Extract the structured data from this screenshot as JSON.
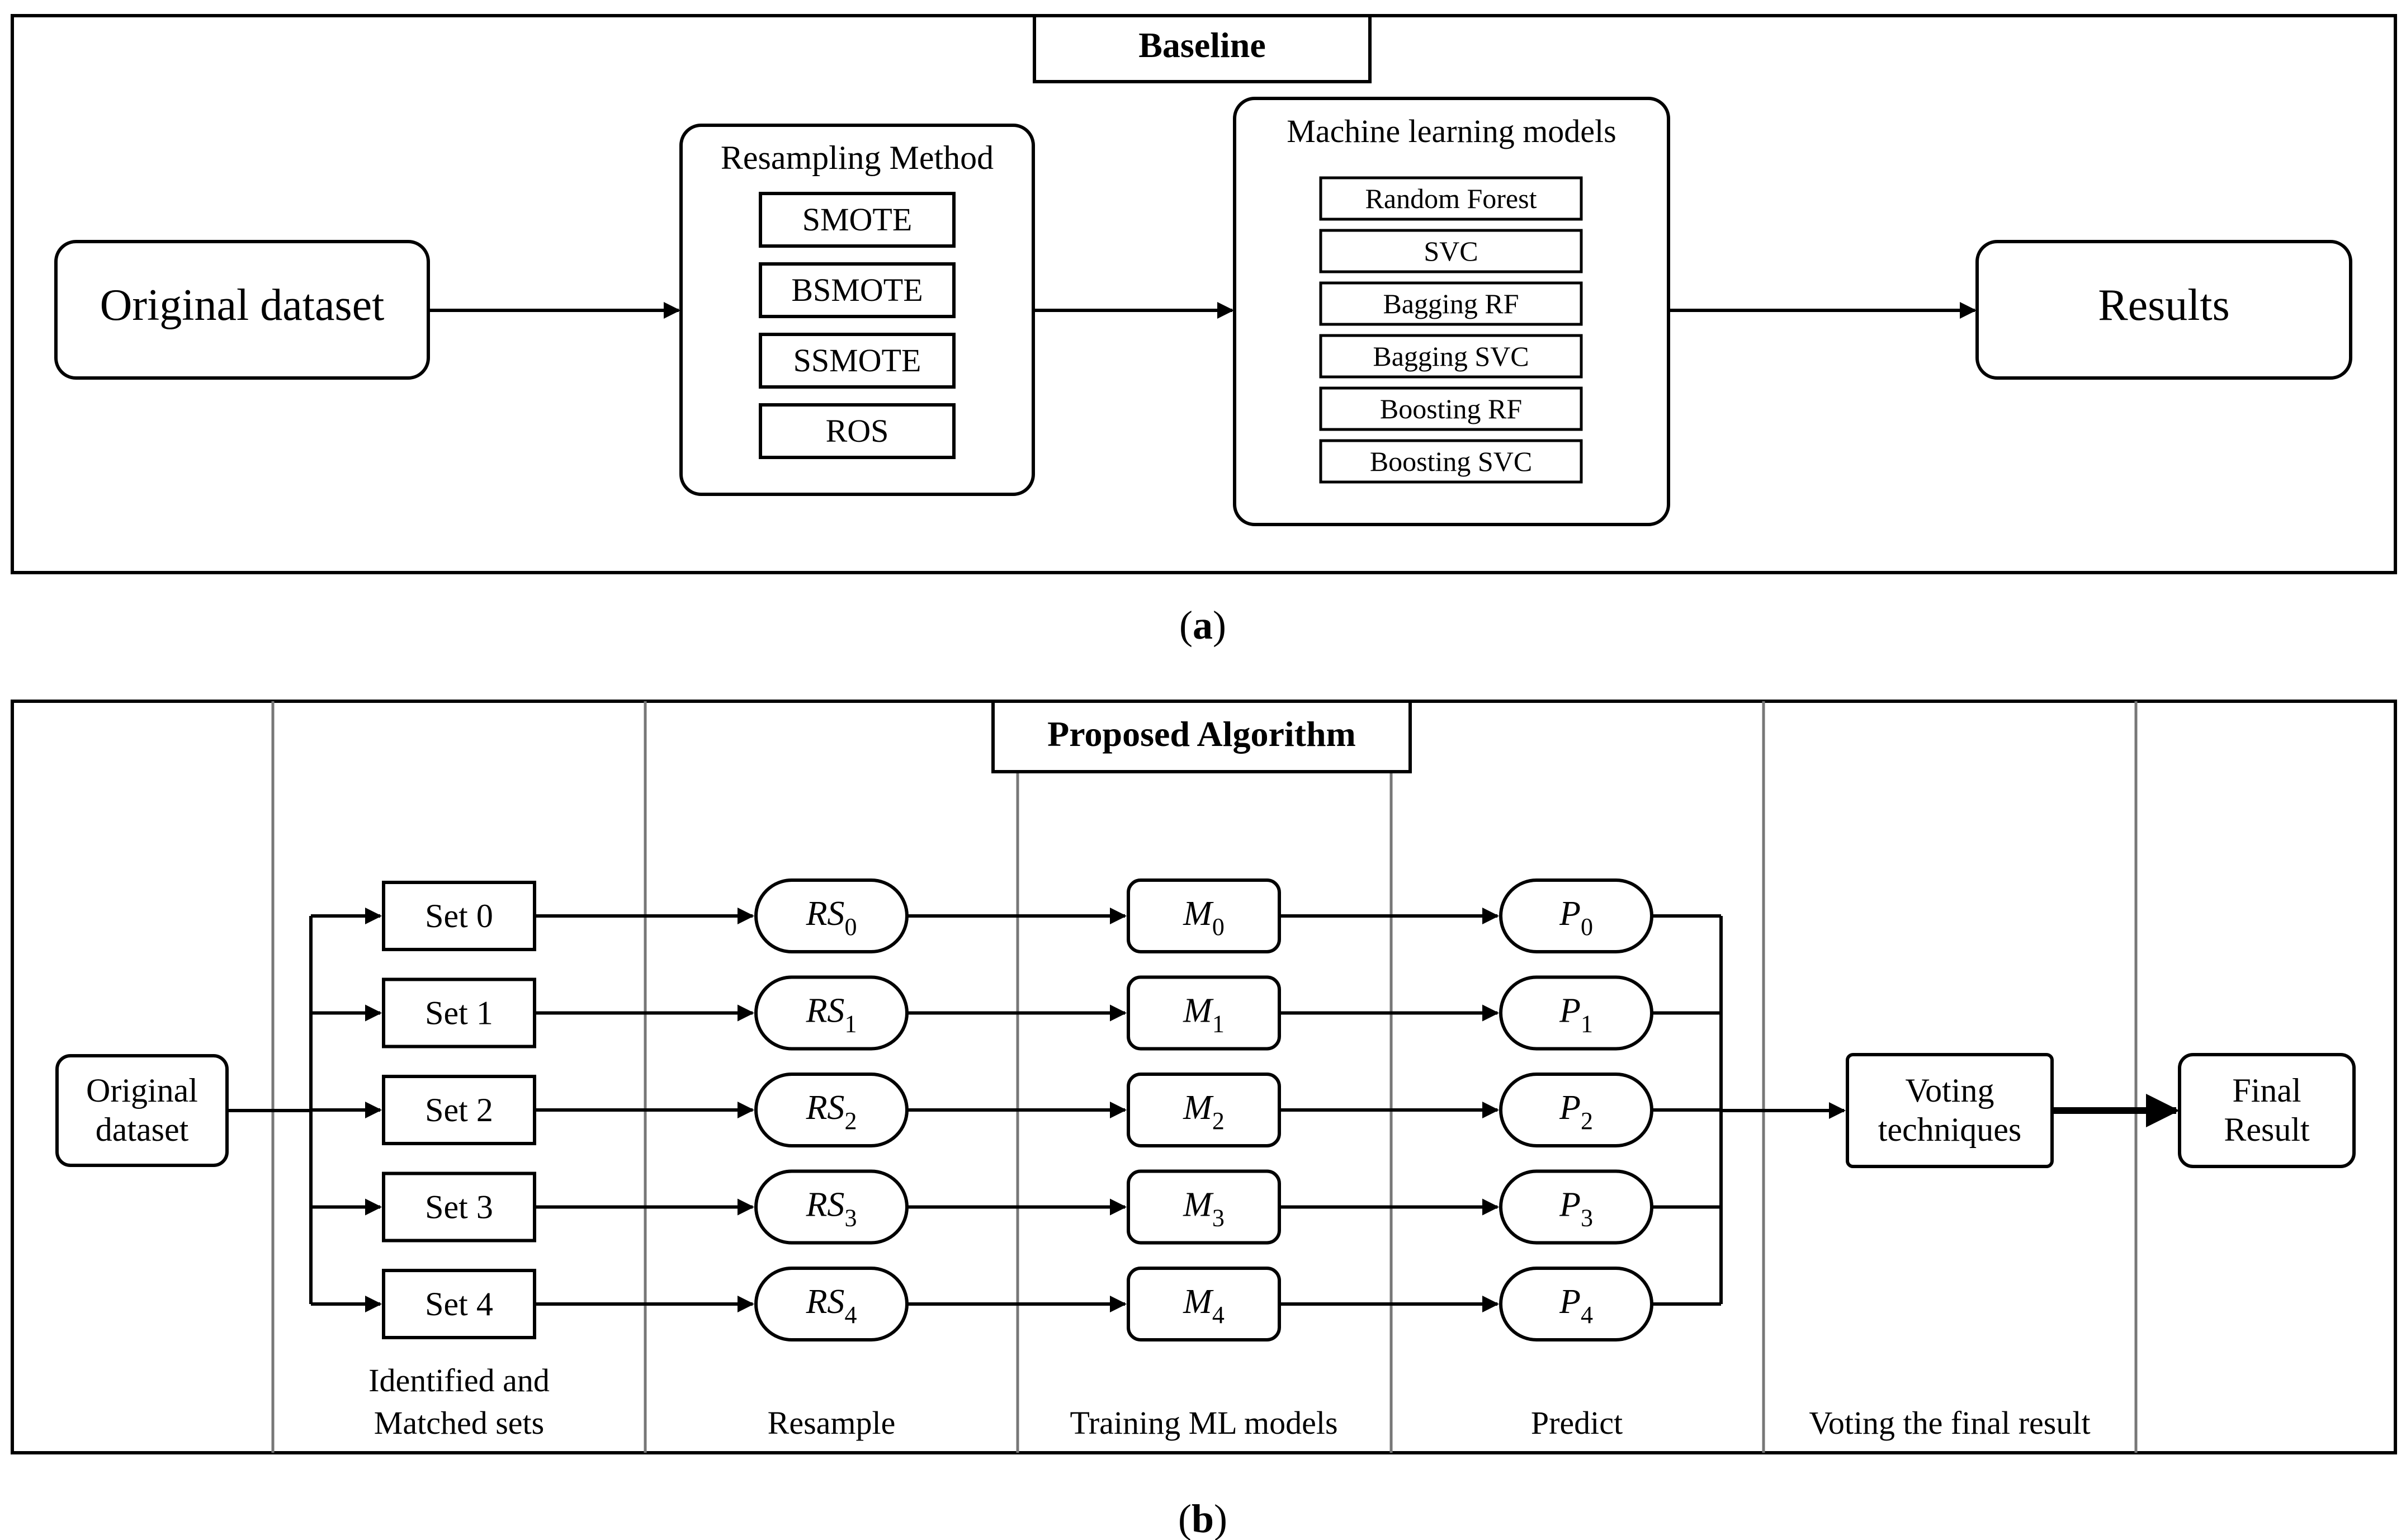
{
  "panel_a": {
    "title": "Baseline",
    "caption": "(a)",
    "original_dataset": "Original dataset",
    "resampling": {
      "title": "Resampling Method",
      "methods": [
        "SMOTE",
        "BSMOTE",
        "SSMOTE",
        "ROS"
      ]
    },
    "ml_models": {
      "title": "Machine learning models",
      "models": [
        "Random Forest",
        "SVC",
        "Bagging RF",
        "Bagging SVC",
        "Boosting RF",
        "Boosting SVC"
      ]
    },
    "results": "Results"
  },
  "panel_b": {
    "title": "Proposed Algorithm",
    "caption": "(b)",
    "original_dataset": [
      "Original",
      "dataset"
    ],
    "sets": [
      "Set 0",
      "Set 1",
      "Set 2",
      "Set 3",
      "Set 4"
    ],
    "resample_nodes": [
      {
        "base": "RS",
        "sub": "0"
      },
      {
        "base": "RS",
        "sub": "1"
      },
      {
        "base": "RS",
        "sub": "2"
      },
      {
        "base": "RS",
        "sub": "3"
      },
      {
        "base": "RS",
        "sub": "4"
      }
    ],
    "model_nodes": [
      {
        "base": "M",
        "sub": "0"
      },
      {
        "base": "M",
        "sub": "1"
      },
      {
        "base": "M",
        "sub": "2"
      },
      {
        "base": "M",
        "sub": "3"
      },
      {
        "base": "M",
        "sub": "4"
      }
    ],
    "predict_nodes": [
      {
        "base": "P",
        "sub": "0"
      },
      {
        "base": "P",
        "sub": "1"
      },
      {
        "base": "P",
        "sub": "2"
      },
      {
        "base": "P",
        "sub": "3"
      },
      {
        "base": "P",
        "sub": "4"
      }
    ],
    "voting": [
      "Voting",
      "techniques"
    ],
    "final": [
      "Final",
      "Result"
    ],
    "stage_labels": [
      [
        "Identified and",
        "Matched sets"
      ],
      [
        "Resample"
      ],
      [
        "Training ML models"
      ],
      [
        "Predict"
      ],
      [
        "Voting the final result"
      ]
    ]
  }
}
